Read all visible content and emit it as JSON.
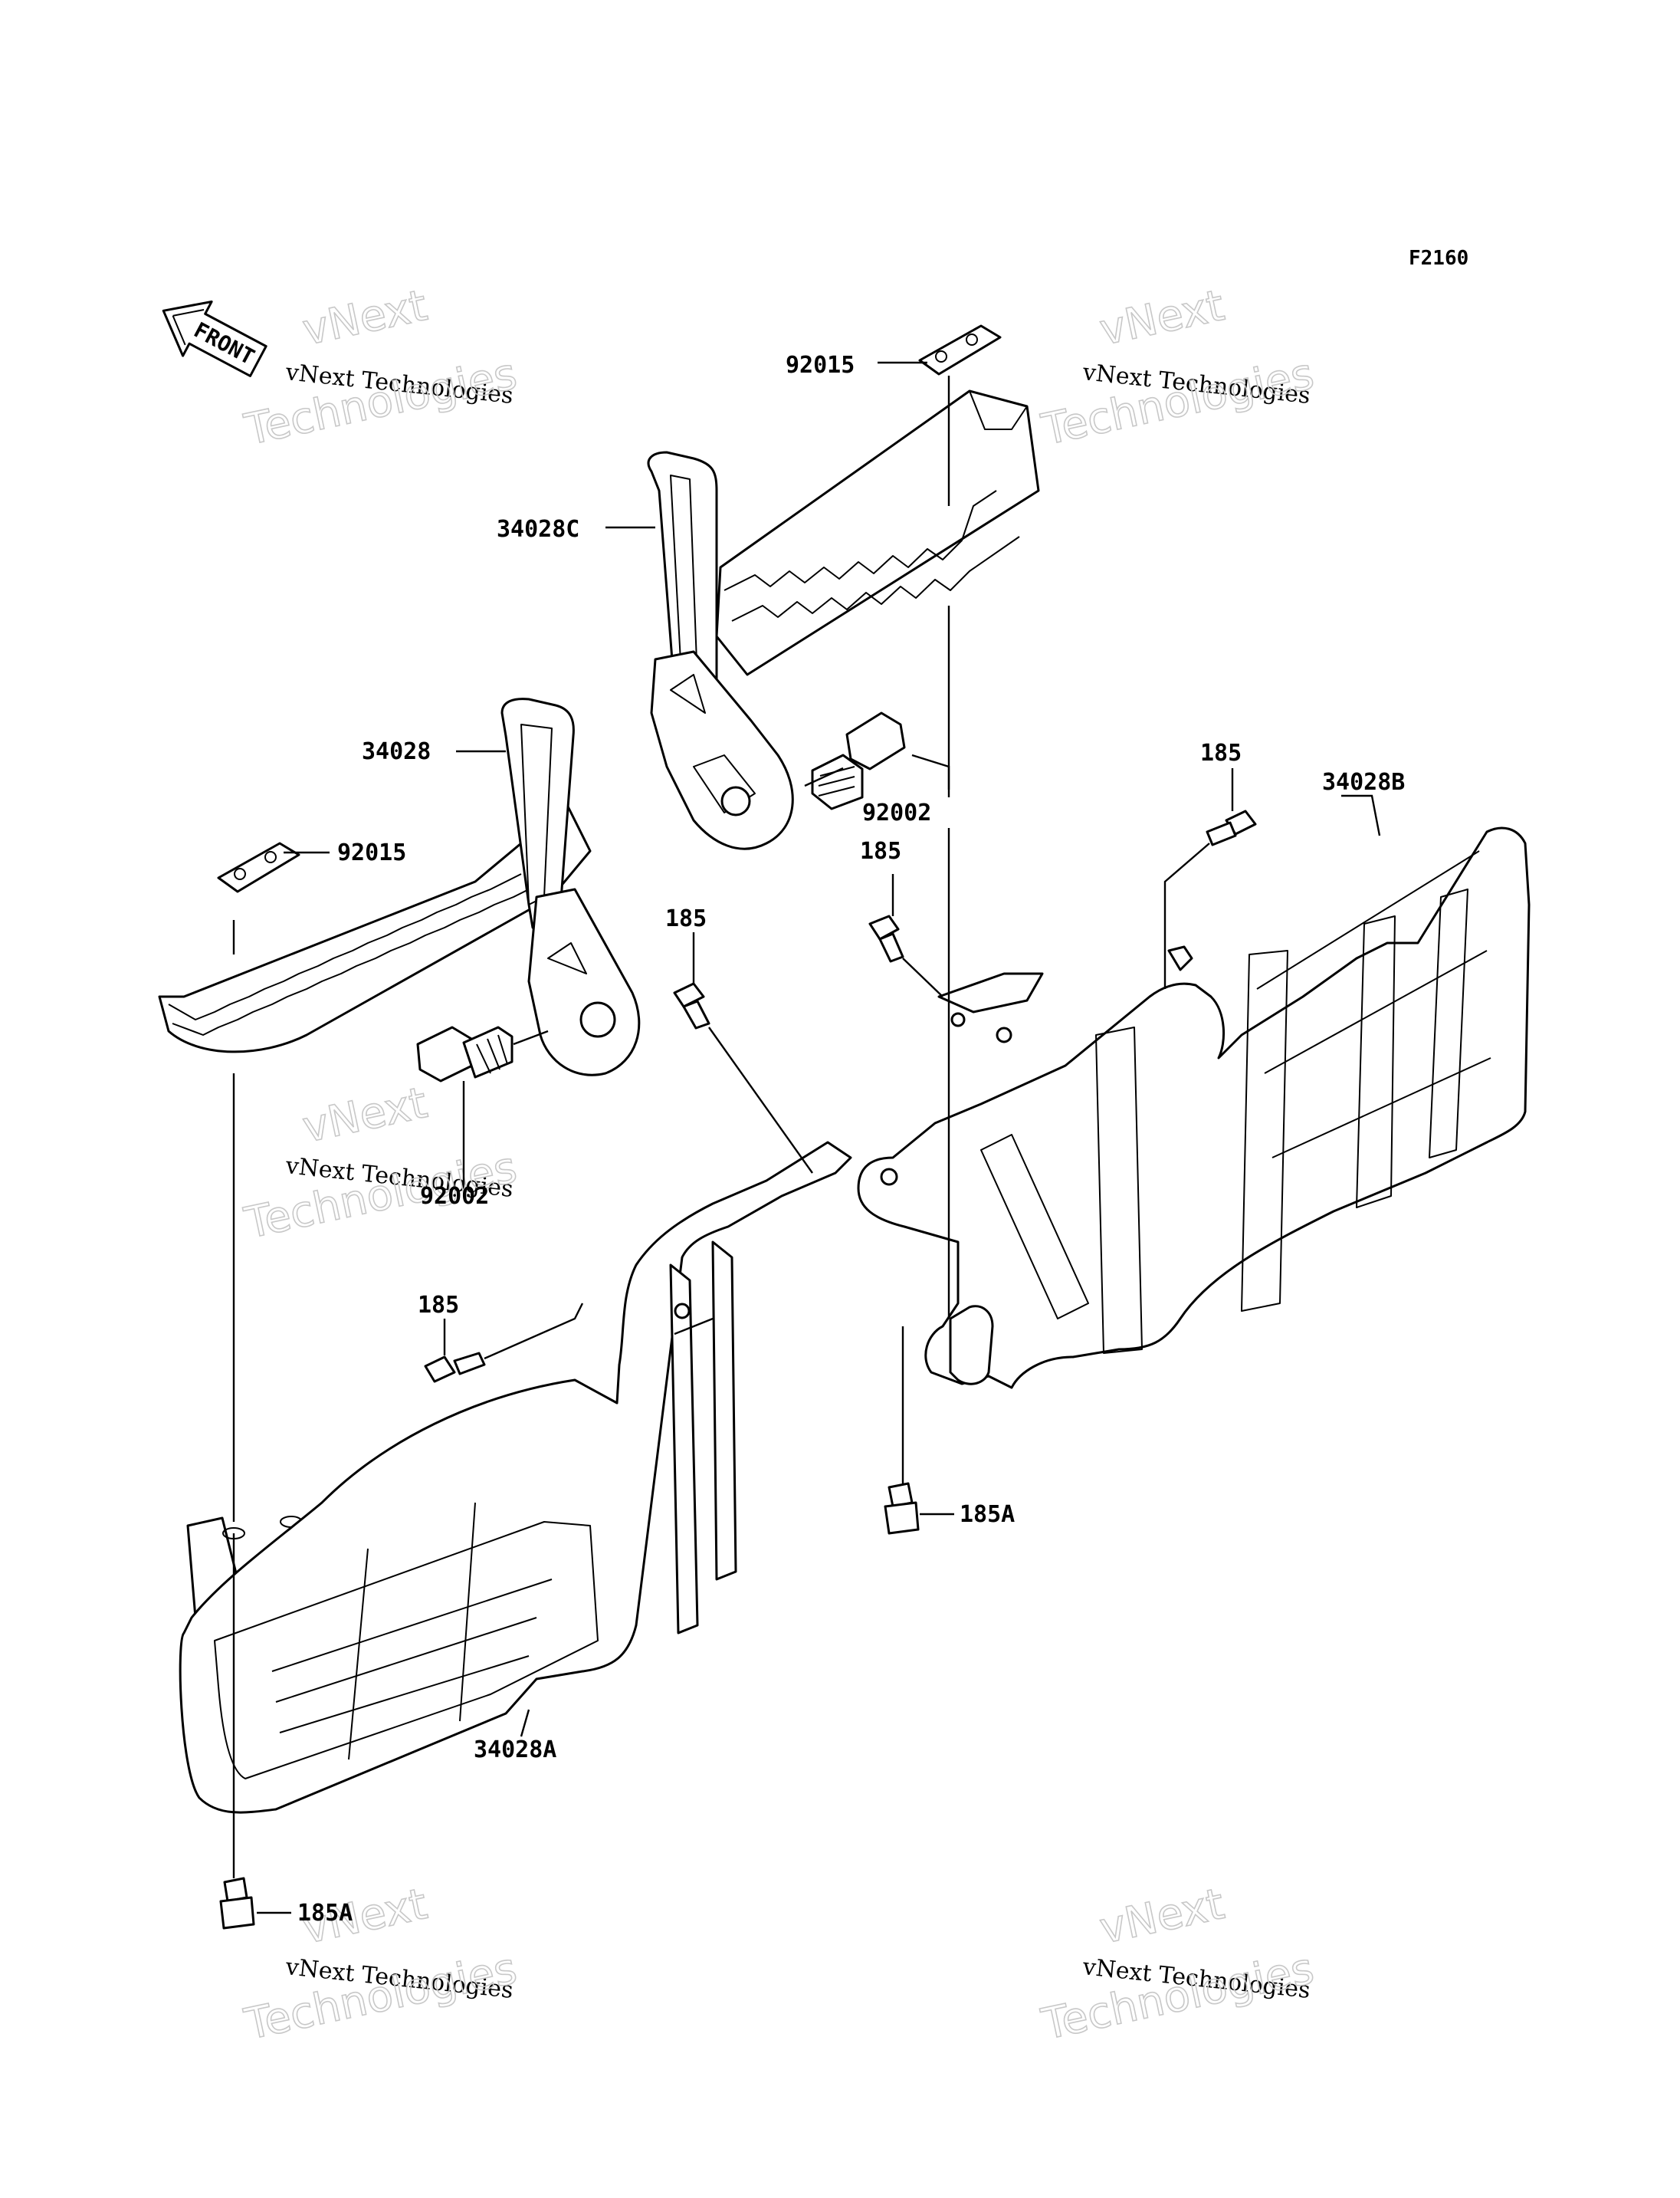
{
  "figure_code": "F2160",
  "front_label": "FRONT",
  "watermark": {
    "line1": "vNext",
    "line2": "vNext Technologies",
    "line3": "Technologies"
  },
  "labels": {
    "top_clip": "92015",
    "step_right": "34028C",
    "bolt_right": "92002",
    "bolt_right_small": "185",
    "frame_right_bolt": "185",
    "frame_right": "34028B",
    "step_left": "34028",
    "clip_left": "92015",
    "bolt_middle": "185",
    "bolt_left": "92002",
    "bolt_frame_left": "185",
    "bolt_bottom_right": "185A",
    "frame_left": "34028A",
    "bolt_bottom_left": "185A"
  }
}
